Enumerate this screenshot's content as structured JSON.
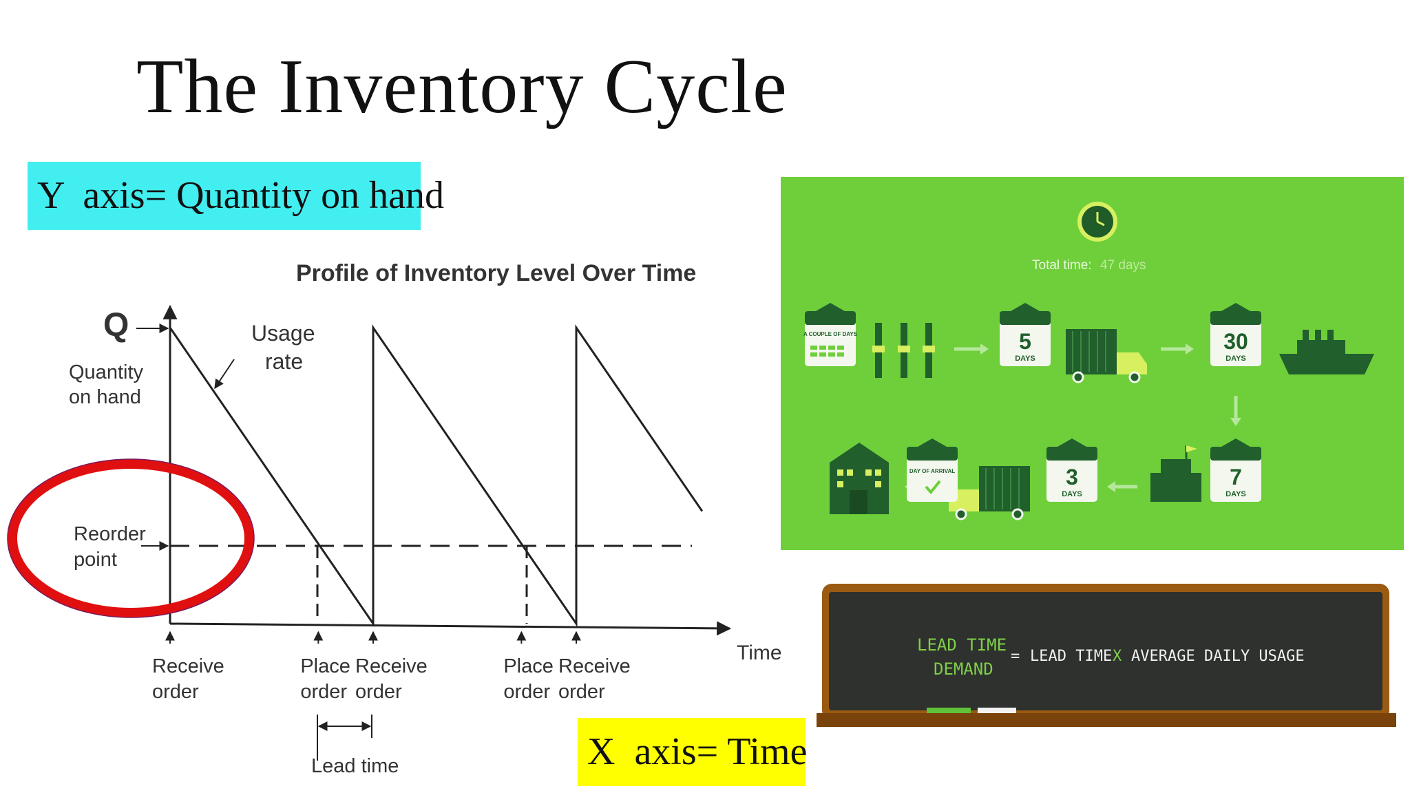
{
  "title": "The Inventory Cycle",
  "y_axis_note": "Y  axis= Quantity on hand",
  "x_axis_note": "X  axis= Time",
  "chart_data": {
    "type": "line",
    "title": "Profile of Inventory Level Over Time",
    "y_label": "Quantity on hand",
    "y_max_label": "Q",
    "x_label": "Time",
    "series": [
      {
        "values": [
          {
            "x": 0,
            "y": 1
          },
          {
            "x": 1,
            "y": 0
          },
          {
            "x": 1,
            "y": 1
          },
          {
            "x": 2,
            "y": 0
          },
          {
            "x": 2,
            "y": 1
          },
          {
            "x": 2.62,
            "y": 0.38
          }
        ]
      }
    ],
    "reorder_point": 0.27,
    "annotations": {
      "usage_rate": "Usage rate",
      "reorder_point": "Reorder point",
      "lead_time": "Lead time",
      "events": [
        {
          "x": 0,
          "label": "Receive order"
        },
        {
          "x": 0.73,
          "label": "Place order"
        },
        {
          "x": 1,
          "label": "Receive order"
        },
        {
          "x": 1.73,
          "label": "Place order"
        },
        {
          "x": 2,
          "label": "Receive order"
        }
      ]
    }
  },
  "lead_time_graphic": {
    "total_label": "Total time:",
    "total_value": "47 days",
    "steps": [
      {
        "value": "",
        "unit": "A COUPLE OF DAYS"
      },
      {
        "value": "5",
        "unit": "DAYS"
      },
      {
        "value": "30",
        "unit": "DAYS"
      },
      {
        "value": "7",
        "unit": "DAYS"
      },
      {
        "value": "3",
        "unit": "DAYS"
      },
      {
        "value": "",
        "unit": "DAY OF ARRIVAL"
      }
    ]
  },
  "formula_board": {
    "left_line1": "LEAD TIME",
    "left_line2": "DEMAND",
    "equals": "=",
    "term1": "LEAD TIME",
    "times": "X",
    "term2": "AVERAGE DAILY USAGE"
  }
}
